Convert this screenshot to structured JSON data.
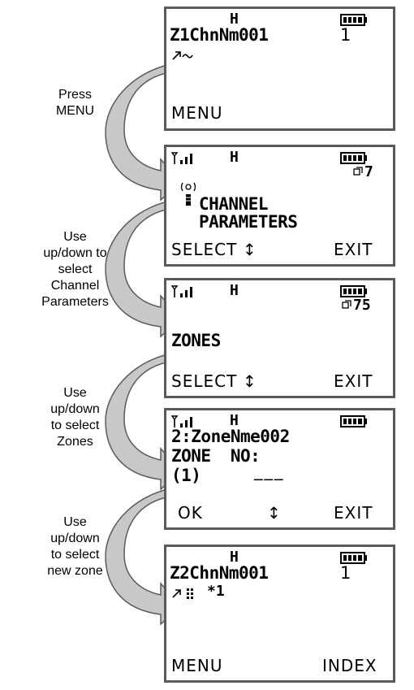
{
  "steps": [
    {
      "lines": [
        "Press",
        "MENU"
      ]
    },
    {
      "lines": [
        "Use",
        "up/down to",
        "select",
        "Channel",
        "Parameters"
      ]
    },
    {
      "lines": [
        "Use",
        "up/down",
        "to select",
        "Zones"
      ]
    },
    {
      "lines": [
        "Use",
        "up/down",
        "to select",
        "new zone"
      ]
    }
  ],
  "screens": {
    "s1": {
      "mode": "H",
      "name": "Z1ChnNm001",
      "channel": "1",
      "soft_left": "MENU"
    },
    "s2": {
      "mode": "H",
      "count": "7",
      "title1": "CHANNEL",
      "title2": "PARAMETERS",
      "soft_left": "SELECT",
      "soft_right": "EXIT"
    },
    "s3": {
      "mode": "H",
      "count": "75",
      "title": "ZONES",
      "soft_left": "SELECT",
      "soft_right": "EXIT"
    },
    "s4": {
      "mode": "H",
      "line1": "2:ZoneNme002",
      "line2": "ZONE  NO:",
      "line3": "(1)",
      "entry": "___",
      "soft_left": "OK",
      "soft_right": "EXIT"
    },
    "s5": {
      "mode": "H",
      "name": "Z2ChnNm001",
      "channel": "1",
      "scan": "*1",
      "soft_left": "MENU",
      "soft_right": "INDEX"
    }
  },
  "colors": {
    "frame": "#5a5a5a",
    "arrow_fill": "#c8c8c8",
    "arrow_stroke": "#5a5a5a"
  }
}
